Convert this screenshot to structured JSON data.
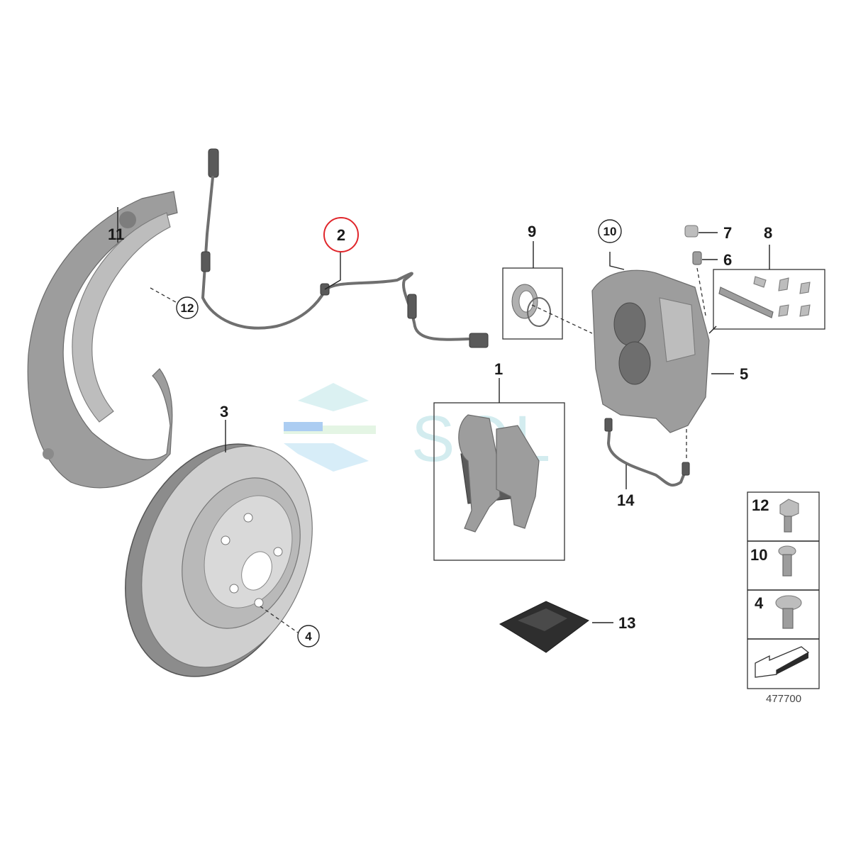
{
  "diagram": {
    "diagram_number": "477700",
    "watermark": "SOL",
    "highlighted_part": "2",
    "highlight_color": "#e0262b",
    "callouts": [
      {
        "id": "c1",
        "label": "1"
      },
      {
        "id": "c2",
        "label": "2"
      },
      {
        "id": "c3",
        "label": "3"
      },
      {
        "id": "c4",
        "label": "4"
      },
      {
        "id": "c5",
        "label": "5"
      },
      {
        "id": "c6",
        "label": "6"
      },
      {
        "id": "c7",
        "label": "7"
      },
      {
        "id": "c8",
        "label": "8"
      },
      {
        "id": "c9",
        "label": "9"
      },
      {
        "id": "c10",
        "label": "10"
      },
      {
        "id": "c11",
        "label": "11"
      },
      {
        "id": "c12",
        "label": "12"
      },
      {
        "id": "c13",
        "label": "13"
      },
      {
        "id": "c14",
        "label": "14"
      }
    ],
    "legend": [
      {
        "label": "12",
        "part": "bolt-flange"
      },
      {
        "label": "10",
        "part": "bolt-torx"
      },
      {
        "label": "4",
        "part": "bolt-countersunk"
      }
    ]
  }
}
